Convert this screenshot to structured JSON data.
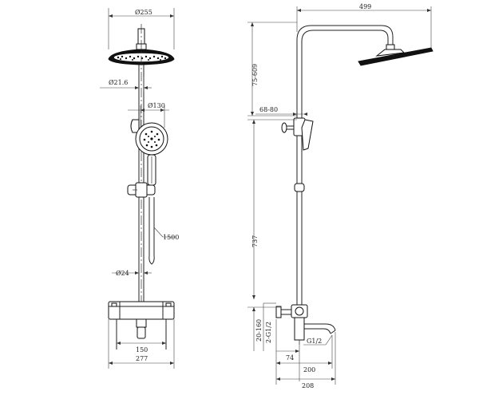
{
  "front_view": {
    "overhead_diameter": "Ø255",
    "pipe_diameter": "Ø21.6",
    "hand_shower_diameter": "Ø130",
    "hose_length": "1500",
    "bar_diameter": "Ø24",
    "spacing": "150",
    "body_width": "277"
  },
  "side_view": {
    "arm_length": "499",
    "height_adjust": "75-609",
    "holder_offset": "68-80",
    "lower_height": "737",
    "inlet_height": "20-160",
    "inlet_thread": "2-G1/2",
    "spout_thread": "G1/2",
    "offset_74": "74",
    "spout_reach": "200",
    "total_reach": "208"
  }
}
